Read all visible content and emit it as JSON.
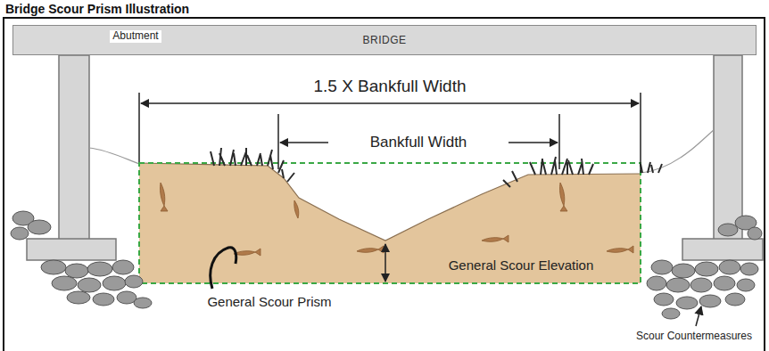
{
  "diagram": {
    "title": "Bridge Scour Prism Illustration",
    "nodes": [
      {
        "text": [
          "BRIDGE"
        ]
      }
    ],
    "labels": [
      "Abutment",
      "1.5 X Bankfull Width",
      "Bankfull Width",
      "General Scour Elevation",
      "General Scour Prism",
      "Scour Countermeasures"
    ]
  }
}
